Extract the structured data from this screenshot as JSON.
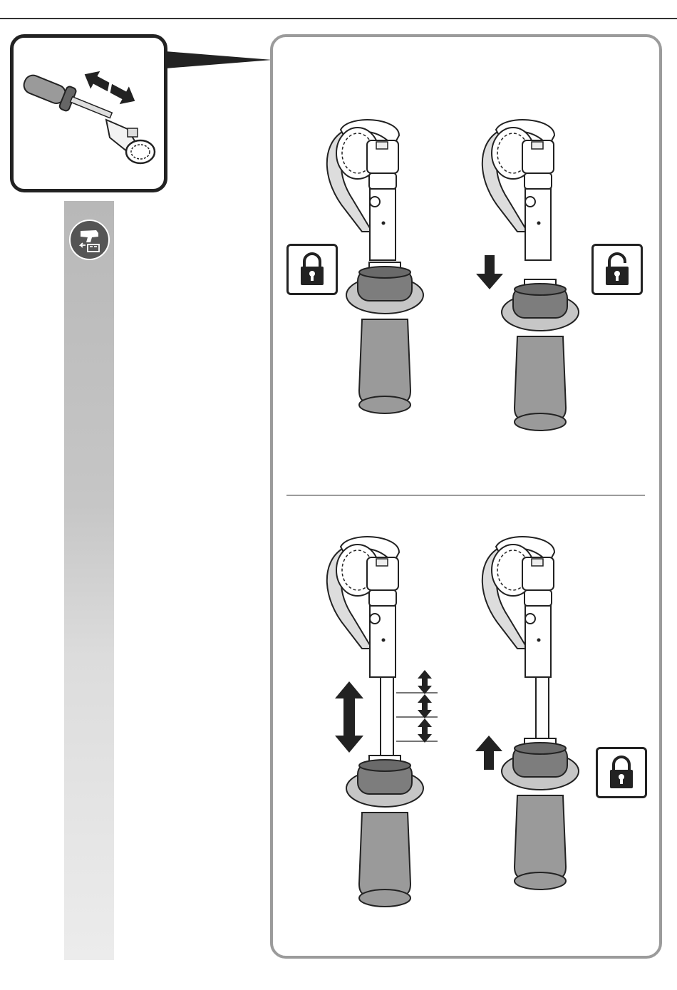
{
  "page": {
    "background": "#ffffff",
    "rule_color": "#333333",
    "frame_color": "#9b9b9b",
    "sidebar_gradient": [
      "#b8b8b8",
      "#ececec"
    ]
  },
  "icons": {
    "thumbnail": "side-handle-adjust-thumbnail",
    "tool": "drill-battery-icon",
    "locked": "padlock-closed-icon",
    "unlocked": "padlock-open-icon",
    "arrow_down": "arrow-down-icon",
    "arrow_up": "arrow-up-icon",
    "arrow_vertical": "double-arrow-vertical-icon",
    "arrow_diagonal": "double-arrow-diagonal-icon"
  },
  "steps": [
    {
      "label": "",
      "state": "locked"
    },
    {
      "label": "",
      "state": "unlocked"
    },
    {
      "label": "",
      "state": "adjust"
    },
    {
      "label": "",
      "state": "locked"
    }
  ]
}
